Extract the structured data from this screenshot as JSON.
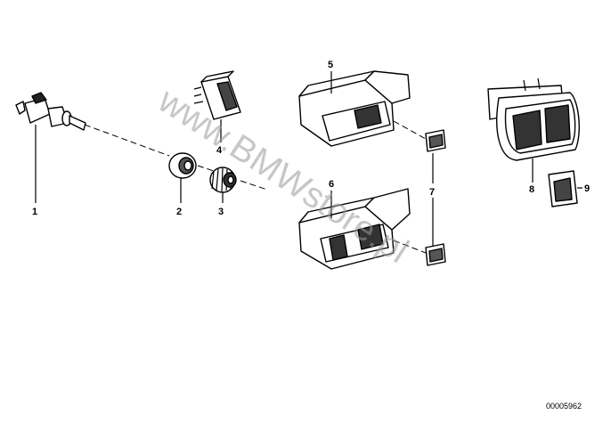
{
  "callouts": [
    {
      "id": "1",
      "text": "1"
    },
    {
      "id": "2",
      "text": "2"
    },
    {
      "id": "3",
      "text": "3"
    },
    {
      "id": "4",
      "text": "4"
    },
    {
      "id": "5",
      "text": "5"
    },
    {
      "id": "6",
      "text": "6"
    },
    {
      "id": "7",
      "text": "7"
    },
    {
      "id": "8",
      "text": "8"
    },
    {
      "id": "9",
      "text": "9"
    }
  ],
  "watermark": "www.BMWstore.pl",
  "doc_number": "00005962",
  "colors": {
    "ink": "#000000",
    "watermark": "#9a9a9a",
    "paper": "#ffffff"
  }
}
